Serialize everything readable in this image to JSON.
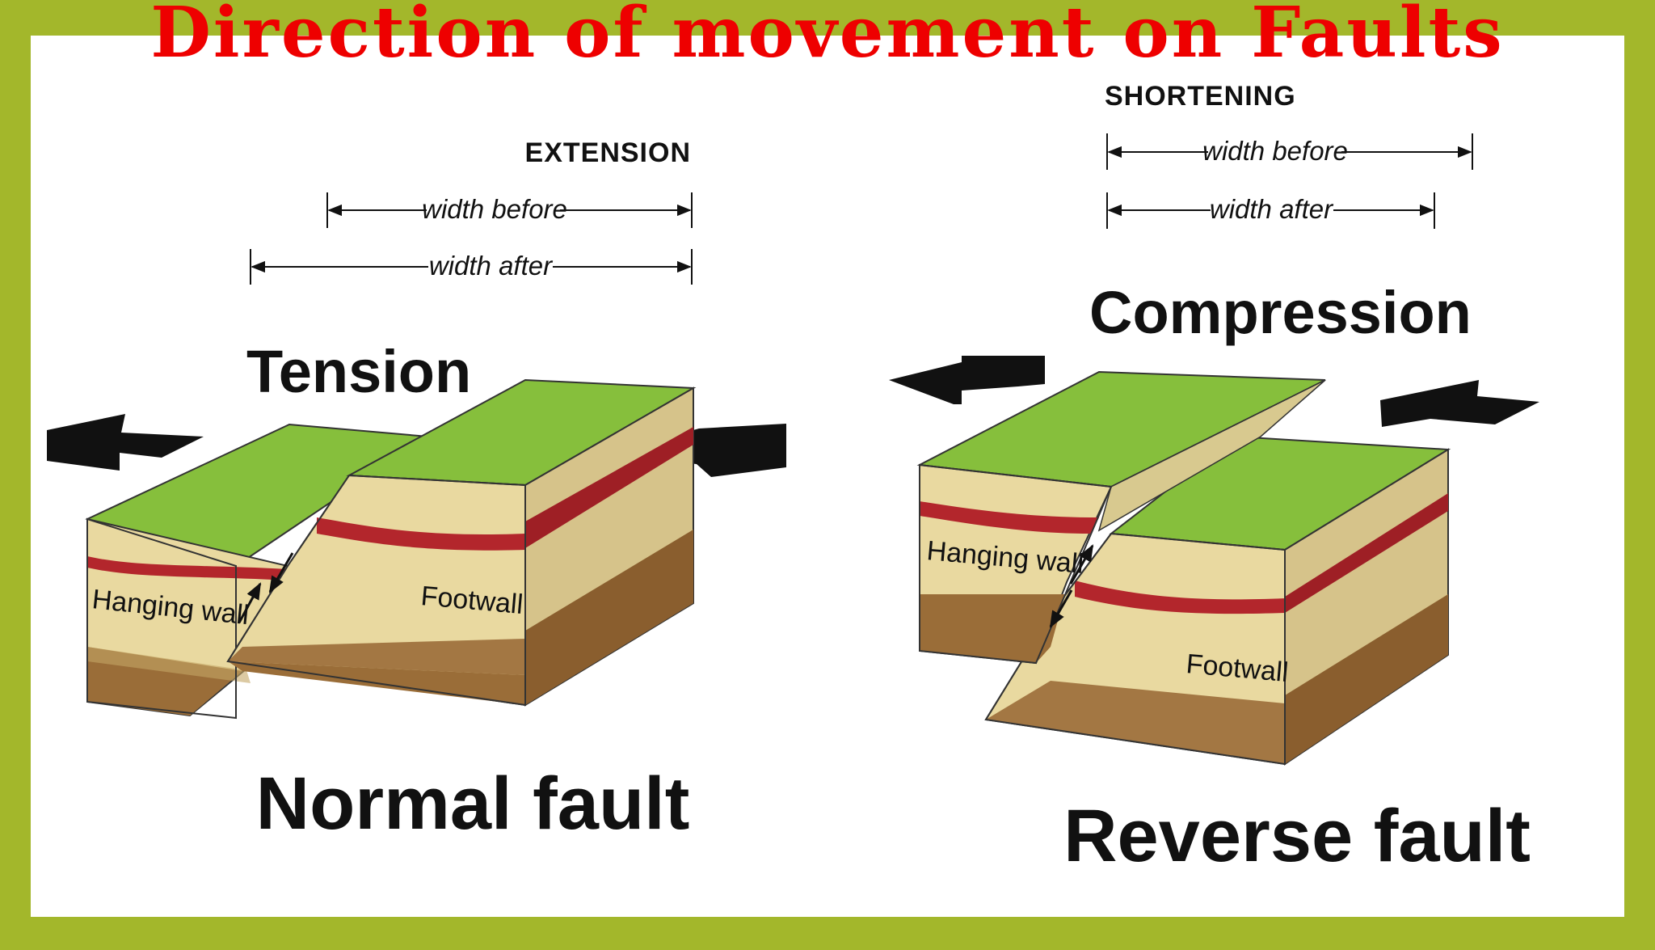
{
  "title": "Direction of movement on Faults",
  "colors": {
    "frame": "#a3b72b",
    "title": "#ee0000",
    "grass": "#86bf3c",
    "sand": "#e9d9a0",
    "marker_bed": "#b3262c",
    "brown_bed": "#9a6d38"
  },
  "normal": {
    "extension_label": "EXTENSION",
    "width_before": "width before",
    "width_after": "width after",
    "force_label": "Tension",
    "hanging_wall": "Hanging wall",
    "footwall": "Footwall",
    "name": "Normal fault"
  },
  "reverse": {
    "shortening_label": "SHORTENING",
    "width_before": "width before",
    "width_after": "width after",
    "force_label": "Compression",
    "hanging_wall": "Hanging wall",
    "footwall": "Footwall",
    "name": "Reverse fault"
  },
  "icons": [
    "arrow-left-icon",
    "arrow-right-icon",
    "slip-arrow-icon"
  ]
}
